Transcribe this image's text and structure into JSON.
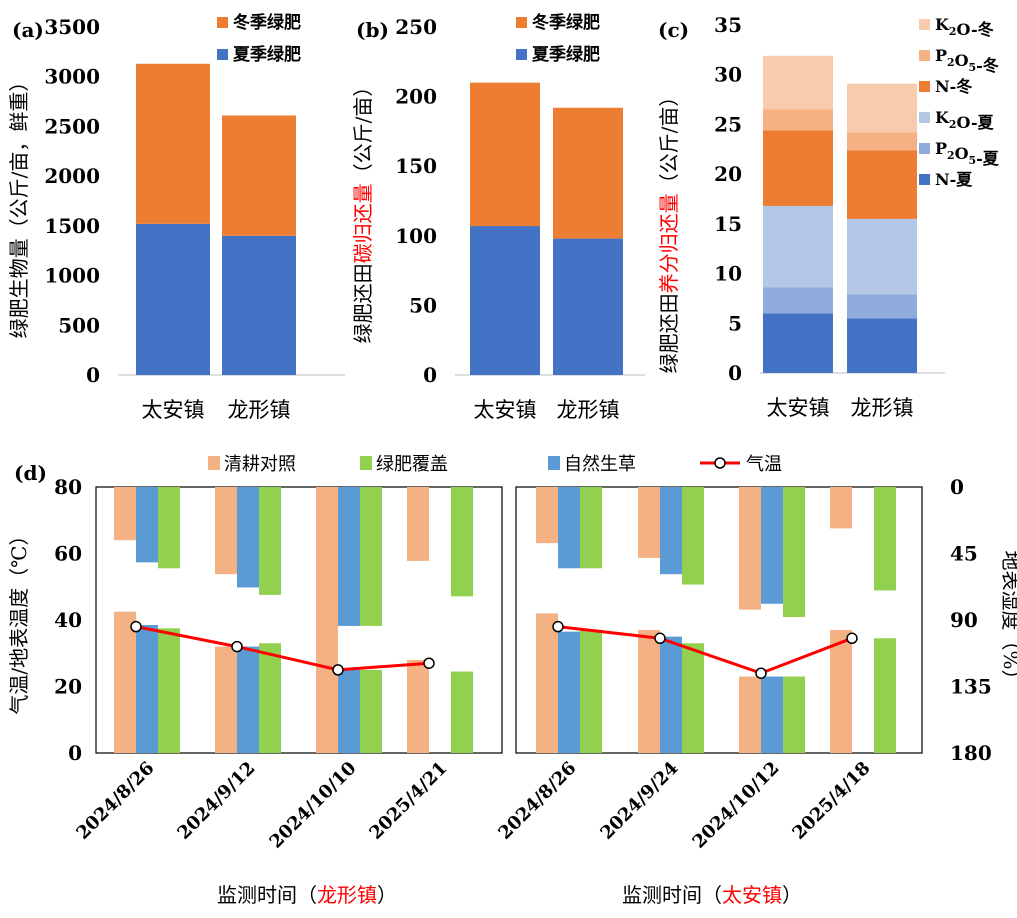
{
  "colors": {
    "summer": "#4472C4",
    "winter": "#ED7D31",
    "n_summer": "#4472C4",
    "p_summer": "#8FAADC",
    "k_summer": "#B4C7E7",
    "n_winter": "#ED7D31",
    "p_winter": "#F4B183",
    "k_winter": "#F8CBAD",
    "bare": "#F4B183",
    "cover": "#92D050",
    "grass": "#5B9BD5",
    "temp": "#FF0000",
    "highlight": "#FF0000"
  },
  "chart_data": [
    {
      "type": "bar",
      "stacked": true,
      "panel": "(a)",
      "ylabel_parts": [
        "绿肥生物量（公斤/亩，鲜重）"
      ],
      "categories": [
        "太安镇",
        "龙形镇"
      ],
      "series": [
        {
          "name": "夏季绿肥",
          "values": [
            1520,
            1400
          ]
        },
        {
          "name": "冬季绿肥",
          "values": [
            1610,
            1210
          ]
        }
      ],
      "ylim": [
        0,
        3500
      ],
      "yticks": [
        0,
        500,
        1000,
        1500,
        2000,
        2500,
        3000,
        3500
      ],
      "legend": [
        "冬季绿肥",
        "夏季绿肥"
      ]
    },
    {
      "type": "bar",
      "stacked": true,
      "panel": "(b)",
      "ylabel_parts": [
        "绿肥还田",
        "碳归还量",
        "（公斤/亩）"
      ],
      "categories": [
        "太安镇",
        "龙形镇"
      ],
      "series": [
        {
          "name": "夏季绿肥",
          "values": [
            107,
            98
          ]
        },
        {
          "name": "冬季绿肥",
          "values": [
            103,
            94
          ]
        }
      ],
      "ylim": [
        0,
        250
      ],
      "yticks": [
        0,
        50,
        100,
        150,
        200,
        250
      ],
      "legend": [
        "冬季绿肥",
        "夏季绿肥"
      ]
    },
    {
      "type": "bar",
      "stacked": true,
      "panel": "(c)",
      "ylabel_parts": [
        "绿肥还田",
        "养分归还量",
        "（公斤/亩）"
      ],
      "categories": [
        "太安镇",
        "龙形镇"
      ],
      "series": [
        {
          "name": "N-夏",
          "values": [
            6.0,
            5.5
          ]
        },
        {
          "name": "P₂O₅-夏",
          "values": [
            2.6,
            2.4
          ]
        },
        {
          "name": "K₂O-夏",
          "values": [
            8.2,
            7.6
          ]
        },
        {
          "name": "N-冬",
          "values": [
            7.6,
            6.9
          ]
        },
        {
          "name": "P₂O₅-冬",
          "values": [
            2.1,
            1.8
          ]
        },
        {
          "name": "K₂O-冬",
          "values": [
            5.4,
            4.9
          ]
        }
      ],
      "ylim": [
        0,
        35
      ],
      "yticks": [
        0,
        5,
        10,
        15,
        20,
        25,
        30,
        35
      ],
      "legend": [
        "K₂O-冬",
        "P₂O₅-冬",
        "N-冬",
        "K₂O-夏",
        "P₂O₅-夏",
        "N-夏"
      ]
    },
    {
      "type": "bar",
      "panel": "(d)",
      "ylabel_left": "气温/地表温度（℃）",
      "ylabel_right": "地表湿度（%）",
      "left_ylim": [
        0,
        80
      ],
      "left_yticks": [
        0,
        20,
        40,
        60,
        80
      ],
      "right_ylim": [
        180,
        0
      ],
      "right_yticks": [
        0,
        45,
        90,
        135,
        180
      ],
      "legend": [
        "清耕对照",
        "绿肥覆盖",
        "自然生草",
        "气温"
      ],
      "panels": [
        {
          "xlabel_prefix": "监测时间（",
          "xlabel_town": "龙形镇",
          "xlabel_suffix": "）",
          "categories": [
            "2024/8/26",
            "2024/9/12",
            "2024/10/10",
            "2025/4/21"
          ],
          "temperature": {
            "清耕对照": [
              42.5,
              32.0,
              38.0,
              28.0
            ],
            "自然生草": [
              38.5,
              32.0,
              25.0,
              null
            ],
            "绿肥覆盖": [
              37.5,
              33.0,
              25.0,
              24.5
            ]
          },
          "humidity": {
            "清耕对照": [
              36,
              59,
              104,
              50
            ],
            "自然生草": [
              51,
              68,
              94,
              null
            ],
            "绿肥覆盖": [
              55,
              73,
              94,
              74
            ]
          },
          "air_temperature": [
            38.0,
            32.0,
            25.0,
            27.0
          ]
        },
        {
          "xlabel_prefix": "监测时间（",
          "xlabel_town": "太安镇",
          "xlabel_suffix": "）",
          "categories": [
            "2024/8/26",
            "2024/9/24",
            "2024/10/12",
            "2025/4/18"
          ],
          "temperature": {
            "清耕对照": [
              42.0,
              37.0,
              23.0,
              37.0
            ],
            "自然生草": [
              36.5,
              35.0,
              23.0,
              null
            ],
            "绿肥覆盖": [
              37.0,
              33.0,
              23.0,
              34.5
            ]
          },
          "humidity": {
            "清耕对照": [
              38,
              48,
              83,
              28
            ],
            "自然生草": [
              55,
              59,
              79,
              null
            ],
            "绿肥覆盖": [
              55,
              66,
              88,
              70
            ]
          },
          "air_temperature": [
            38.0,
            34.5,
            24.0,
            34.5
          ]
        }
      ]
    }
  ]
}
